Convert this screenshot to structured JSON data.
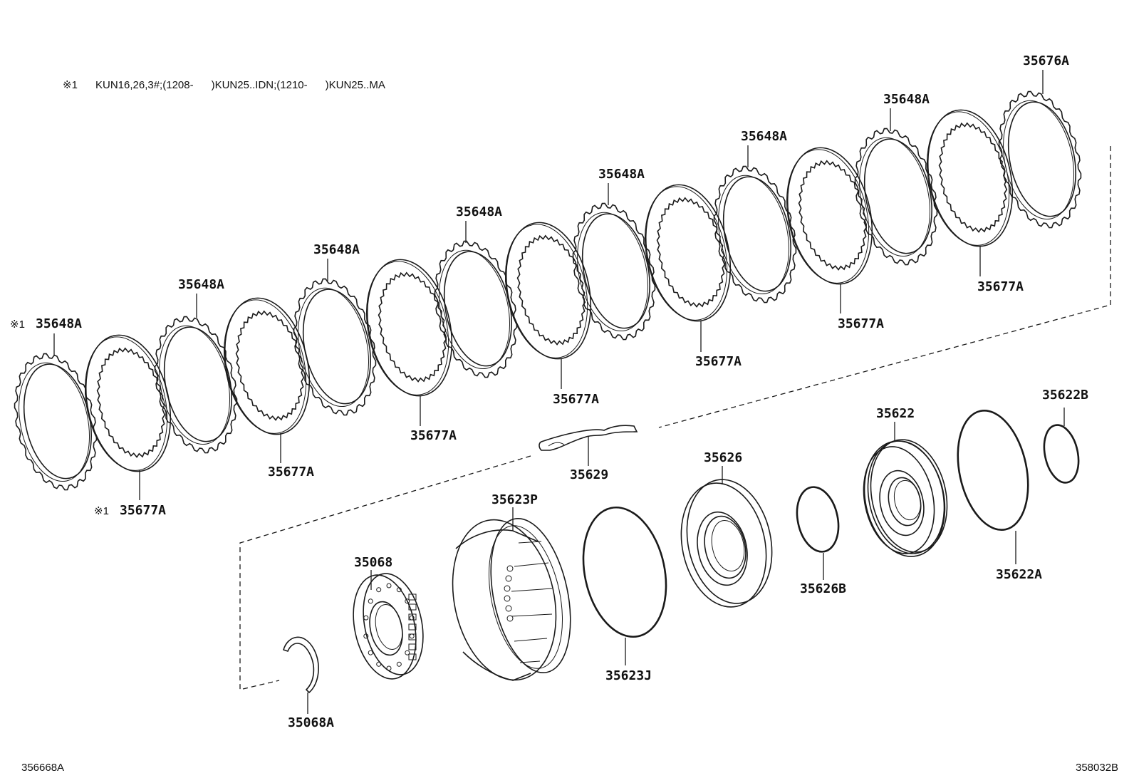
{
  "note": {
    "marker": "※1",
    "text": "KUN16,26,3#;(1208-      )KUN25..IDN;(1210-      )KUN25..MA"
  },
  "footer": {
    "left_code": "356668A",
    "right_code": "358032B"
  },
  "parts": {
    "p35676A": "35676A",
    "p35648A": "35648A",
    "p35677A": "35677A",
    "marker": "※1",
    "p35629": "35629",
    "p35622B": "35622B",
    "p35622": "35622",
    "p35622A": "35622A",
    "p35626": "35626",
    "p35626B": "35626B",
    "p35623P": "35623P",
    "p35623J": "35623J",
    "p35068": "35068",
    "p35068A": "35068A"
  }
}
